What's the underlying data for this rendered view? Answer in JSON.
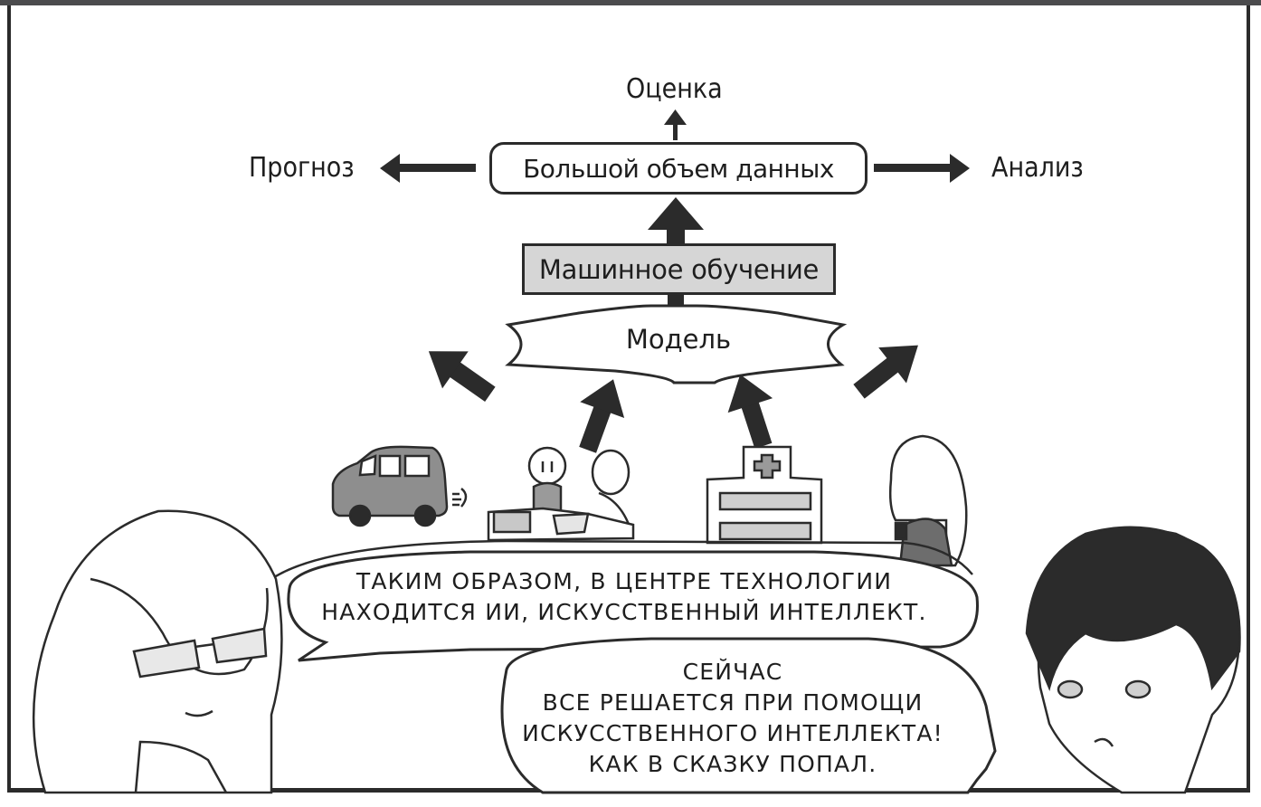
{
  "diagram": {
    "top_output": "Оценка",
    "left_output": "Прогноз",
    "right_output": "Анализ",
    "center_node": "Большой объем данных",
    "process_node": "Машинное обучение",
    "model_node": "Модель"
  },
  "illustrations": {
    "sources": [
      "car-icon",
      "store-checkout-icon",
      "hospital-icon",
      "person-with-phone-icon"
    ],
    "characters": [
      "girl-with-glasses",
      "boy"
    ]
  },
  "speech": {
    "bubble1_lines": [
      "Таким образом, в центре технологии",
      "находится ИИ, искусственный интеллект."
    ],
    "bubble2_lines": [
      "Сейчас",
      "все решается при помощи",
      "искусственного интеллекта!",
      "Как в сказку попал."
    ]
  },
  "colors": {
    "ink": "#2b2b2b",
    "ml_fill": "#d6d6d6",
    "car_fill": "#8e8e8e"
  }
}
